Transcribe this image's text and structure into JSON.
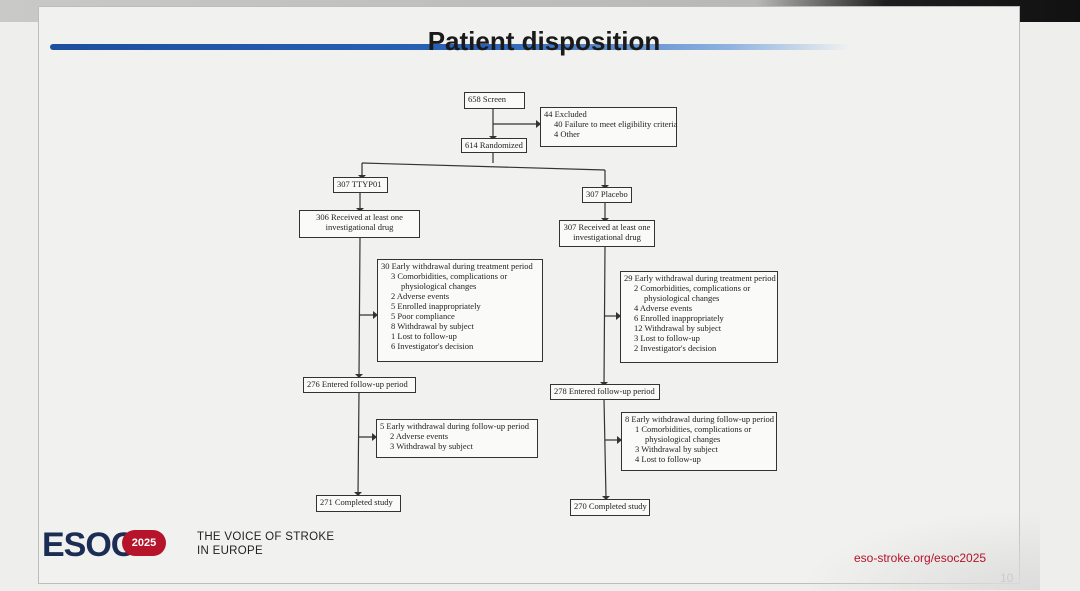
{
  "slide": {
    "title": "Patient disposition",
    "tagline_line1": "THE VOICE OF STROKE",
    "tagline_line2": "IN EUROPE",
    "logo_text": "ESOC",
    "logo_year": "2025",
    "url": "eso-stroke.org/esoc2025",
    "page_number": "10",
    "colors": {
      "accent_blue": "#1d4f9e",
      "accent_red": "#b5142b"
    }
  },
  "flow": {
    "screen": "658 Screen",
    "excluded": {
      "head": "44 Excluded",
      "items": [
        "40 Failure to meet eligibility criteria",
        "4 Other"
      ]
    },
    "randomized": "614 Randomized",
    "left": {
      "arm": "307 TTYP01",
      "received_1": "306 Received at least one",
      "received_2": "investigational drug",
      "withdrawal": {
        "head": "30 Early withdrawal during treatment period",
        "items": [
          "3 Comorbidities, complications or",
          "physiological changes",
          "2 Adverse events",
          "5 Enrolled inappropriately",
          "5 Poor compliance",
          "8 Withdrawal by subject",
          "1 Lost to follow-up",
          "6 Investigator's decision"
        ]
      },
      "followup": "276 Entered follow-up period",
      "fu_withdrawal": {
        "head": "5 Early withdrawal during follow-up period",
        "items": [
          "2 Adverse events",
          "3 Withdrawal by subject"
        ]
      },
      "completed": "271 Completed study"
    },
    "right": {
      "arm": "307 Placebo",
      "received_1": "307 Received at least one",
      "received_2": "investigational drug",
      "withdrawal": {
        "head": "29 Early withdrawal during treatment period",
        "items": [
          "2 Comorbidities, complications or",
          "physiological changes",
          "4 Adverse events",
          "6 Enrolled inappropriately",
          "12 Withdrawal by subject",
          "3 Lost to follow-up",
          "2 Investigator's decision"
        ]
      },
      "followup": "278 Entered follow-up period",
      "fu_withdrawal": {
        "head": "8 Early withdrawal during follow-up period",
        "items": [
          "1 Comorbidities, complications or",
          "physiological changes",
          "3 Withdrawal by subject",
          "4 Lost to follow-up"
        ]
      },
      "completed": "270 Completed study"
    }
  }
}
